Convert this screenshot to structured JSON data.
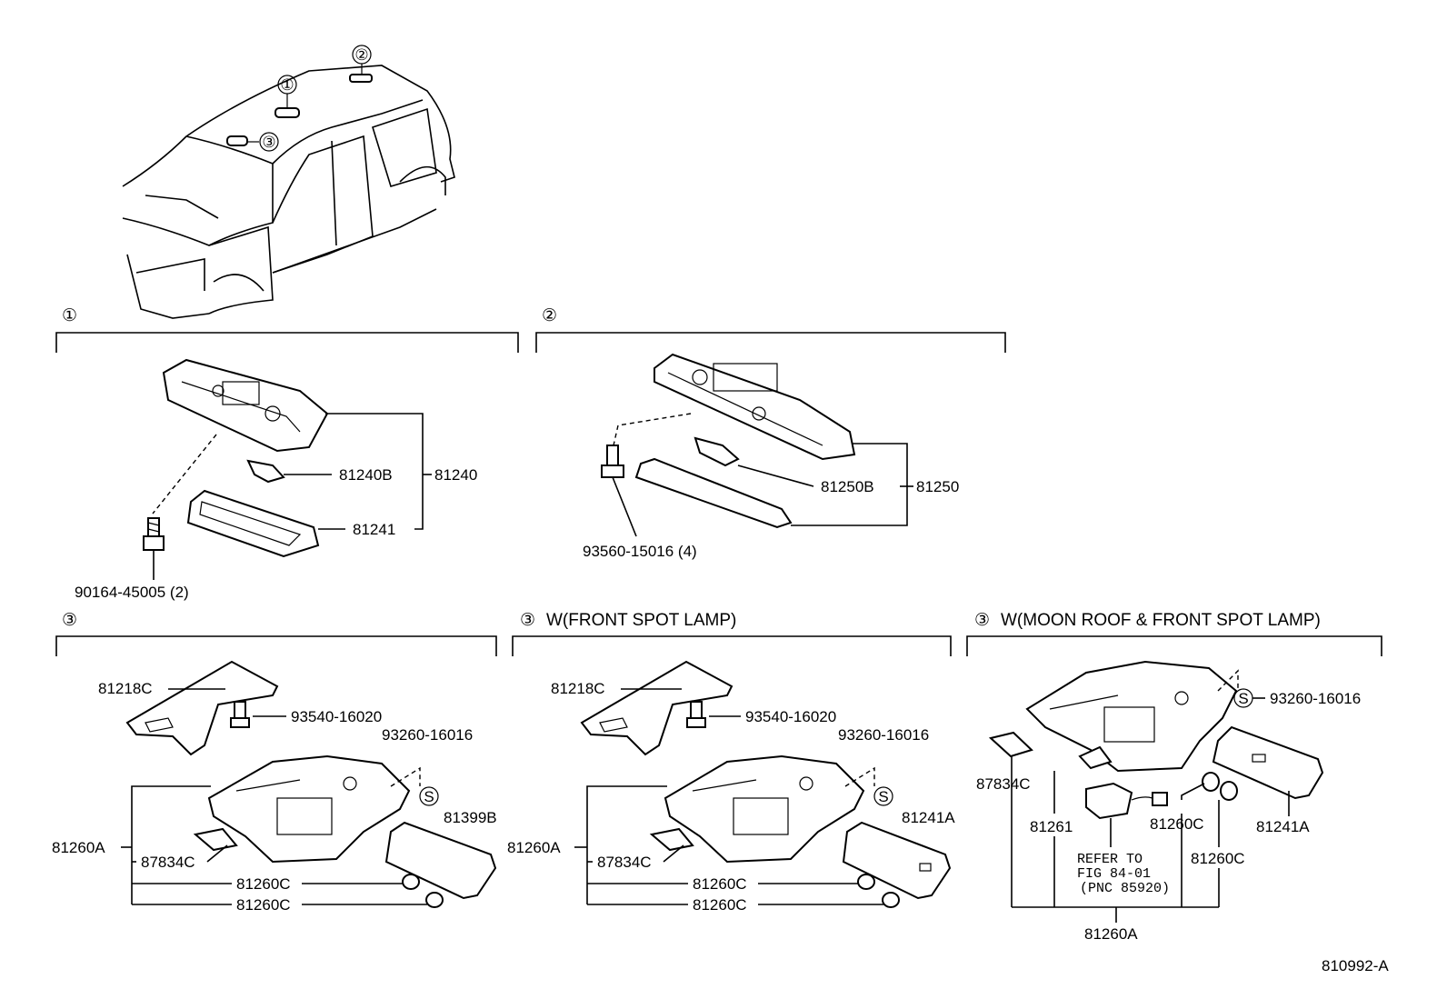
{
  "overview": {
    "callouts": [
      "①",
      "②",
      "③"
    ]
  },
  "section1": {
    "marker": "①",
    "labels": {
      "bulb": "81240B",
      "assembly": "81240",
      "lens": "81241",
      "screw": "90164-45005 (2)"
    }
  },
  "section2": {
    "marker": "②",
    "labels": {
      "bulb": "81250B",
      "assembly": "81250",
      "screw": "93560-15016 (4)"
    }
  },
  "section3a": {
    "marker": "③",
    "heading": "",
    "labels": {
      "bracket": "81218C",
      "bolt": "93540-16020",
      "screw": "93260-16016",
      "lens": "81399B",
      "assembly": "81260A",
      "clip": "87834C",
      "bulb1": "81260C",
      "bulb2": "81260C",
      "s_mark": "S"
    }
  },
  "section3b": {
    "marker": "③",
    "heading": "W(FRONT SPOT LAMP)",
    "labels": {
      "bracket": "81218C",
      "bolt": "93540-16020",
      "screw": "93260-16016",
      "lens": "81241A",
      "assembly": "81260A",
      "clip": "87834C",
      "bulb1": "81260C",
      "bulb2": "81260C",
      "s_mark": "S"
    }
  },
  "section3c": {
    "marker": "③",
    "heading": "W(MOON ROOF & FRONT SPOT LAMP)",
    "labels": {
      "screw": "93260-16016",
      "clip": "87834C",
      "switch": "81261",
      "bulb1": "81260C",
      "bulb2": "81260C",
      "lens": "81241A",
      "assembly": "81260A",
      "s_mark": "S",
      "refer1": "REFER TO",
      "refer2": "FIG 84-01",
      "refer3": "(PNC 85920)"
    }
  },
  "figure_id": "810992-A"
}
